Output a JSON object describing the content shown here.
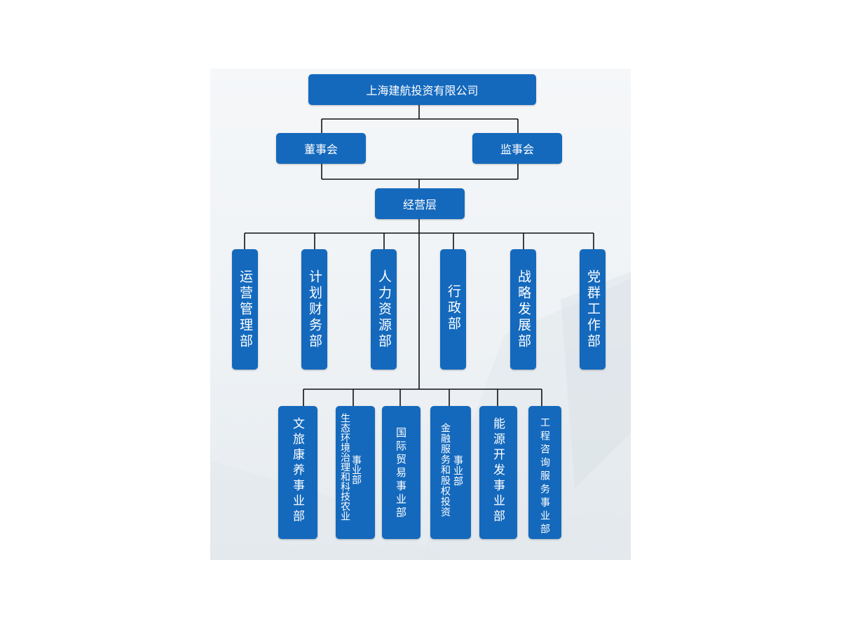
{
  "org": {
    "company": "上海建航投资有限公司",
    "board": "董事会",
    "supervisory": "监事会",
    "management": "经营层",
    "departments": [
      "运营管理部",
      "计划财务部",
      "人力资源部",
      "行政部",
      "战略发展部",
      "党群工作部"
    ],
    "business_units": [
      {
        "lines": [
          "文旅康养事业部"
        ]
      },
      {
        "lines": [
          "生态环境治理和科技农业",
          "事业部"
        ]
      },
      {
        "lines": [
          "国际贸易事业部"
        ]
      },
      {
        "lines": [
          "金融服务和股权投资",
          "事业部"
        ]
      },
      {
        "lines": [
          "能源开发事业部"
        ]
      },
      {
        "lines": [
          "工程咨询服务事业部"
        ]
      }
    ]
  },
  "colors": {
    "node_fill": "#1469bd",
    "node_text": "#ffffff",
    "connector": "#111111"
  }
}
